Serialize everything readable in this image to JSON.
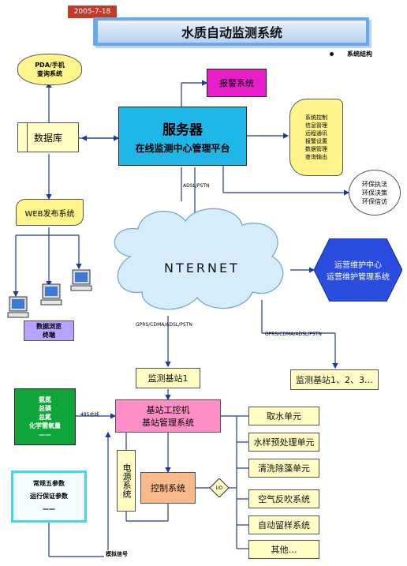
{
  "header": {
    "date": "2005-7-18",
    "title": "水质自动监测系统",
    "legend_label": "系统结构"
  },
  "pda": {
    "line1": "PDA/手机",
    "line2": "查询系统"
  },
  "alarm": {
    "label": "报警系统"
  },
  "database": {
    "label": "数据库"
  },
  "server": {
    "line1": "服务器",
    "line2": "在线监测中心管理平台"
  },
  "functions": {
    "items": [
      "系统控制",
      "信息管理",
      "远程通讯",
      "报警设置",
      "数据管理",
      "查询输出"
    ]
  },
  "env": {
    "items": [
      "环保执法",
      "环保决策",
      "环保信访"
    ]
  },
  "links": {
    "adsl": "ADSL/PSTN",
    "gprs_left": "GPRS/CDMA/ADSL/PSTN",
    "gprs_right": "GPRS/CDMA/ADSL/PSTN",
    "rs485": "485总线",
    "analog": "模拟信号",
    "io": "I/O"
  },
  "web": {
    "label": "WEB发布系统"
  },
  "terminal": {
    "line1": "数据浏览",
    "line2": "终端"
  },
  "internet": {
    "label": "NTERNET"
  },
  "ops": {
    "line1": "运营维护中心",
    "line2": "运营维护管理系统"
  },
  "station1": {
    "label": "监测基站1"
  },
  "station_n": {
    "label": "监测基站1、2、3…"
  },
  "ipc": {
    "line1": "基站工控机",
    "line2": "基站管理系统"
  },
  "green_box": {
    "items": [
      "氨氮",
      "总磷",
      "总氮",
      "化学需氧量"
    ],
    "ellipsis": "——"
  },
  "cyan_box": {
    "line1": "常规五参数",
    "line2": "运行保证参数",
    "ellipsis": "——"
  },
  "power": {
    "label": "电源系统"
  },
  "control": {
    "label": "控制系统"
  },
  "units": {
    "items": [
      "取水单元",
      "水样预处理单元",
      "清洗除藻单元",
      "空气反吹系统",
      "自动留样系统",
      "其他…"
    ]
  }
}
